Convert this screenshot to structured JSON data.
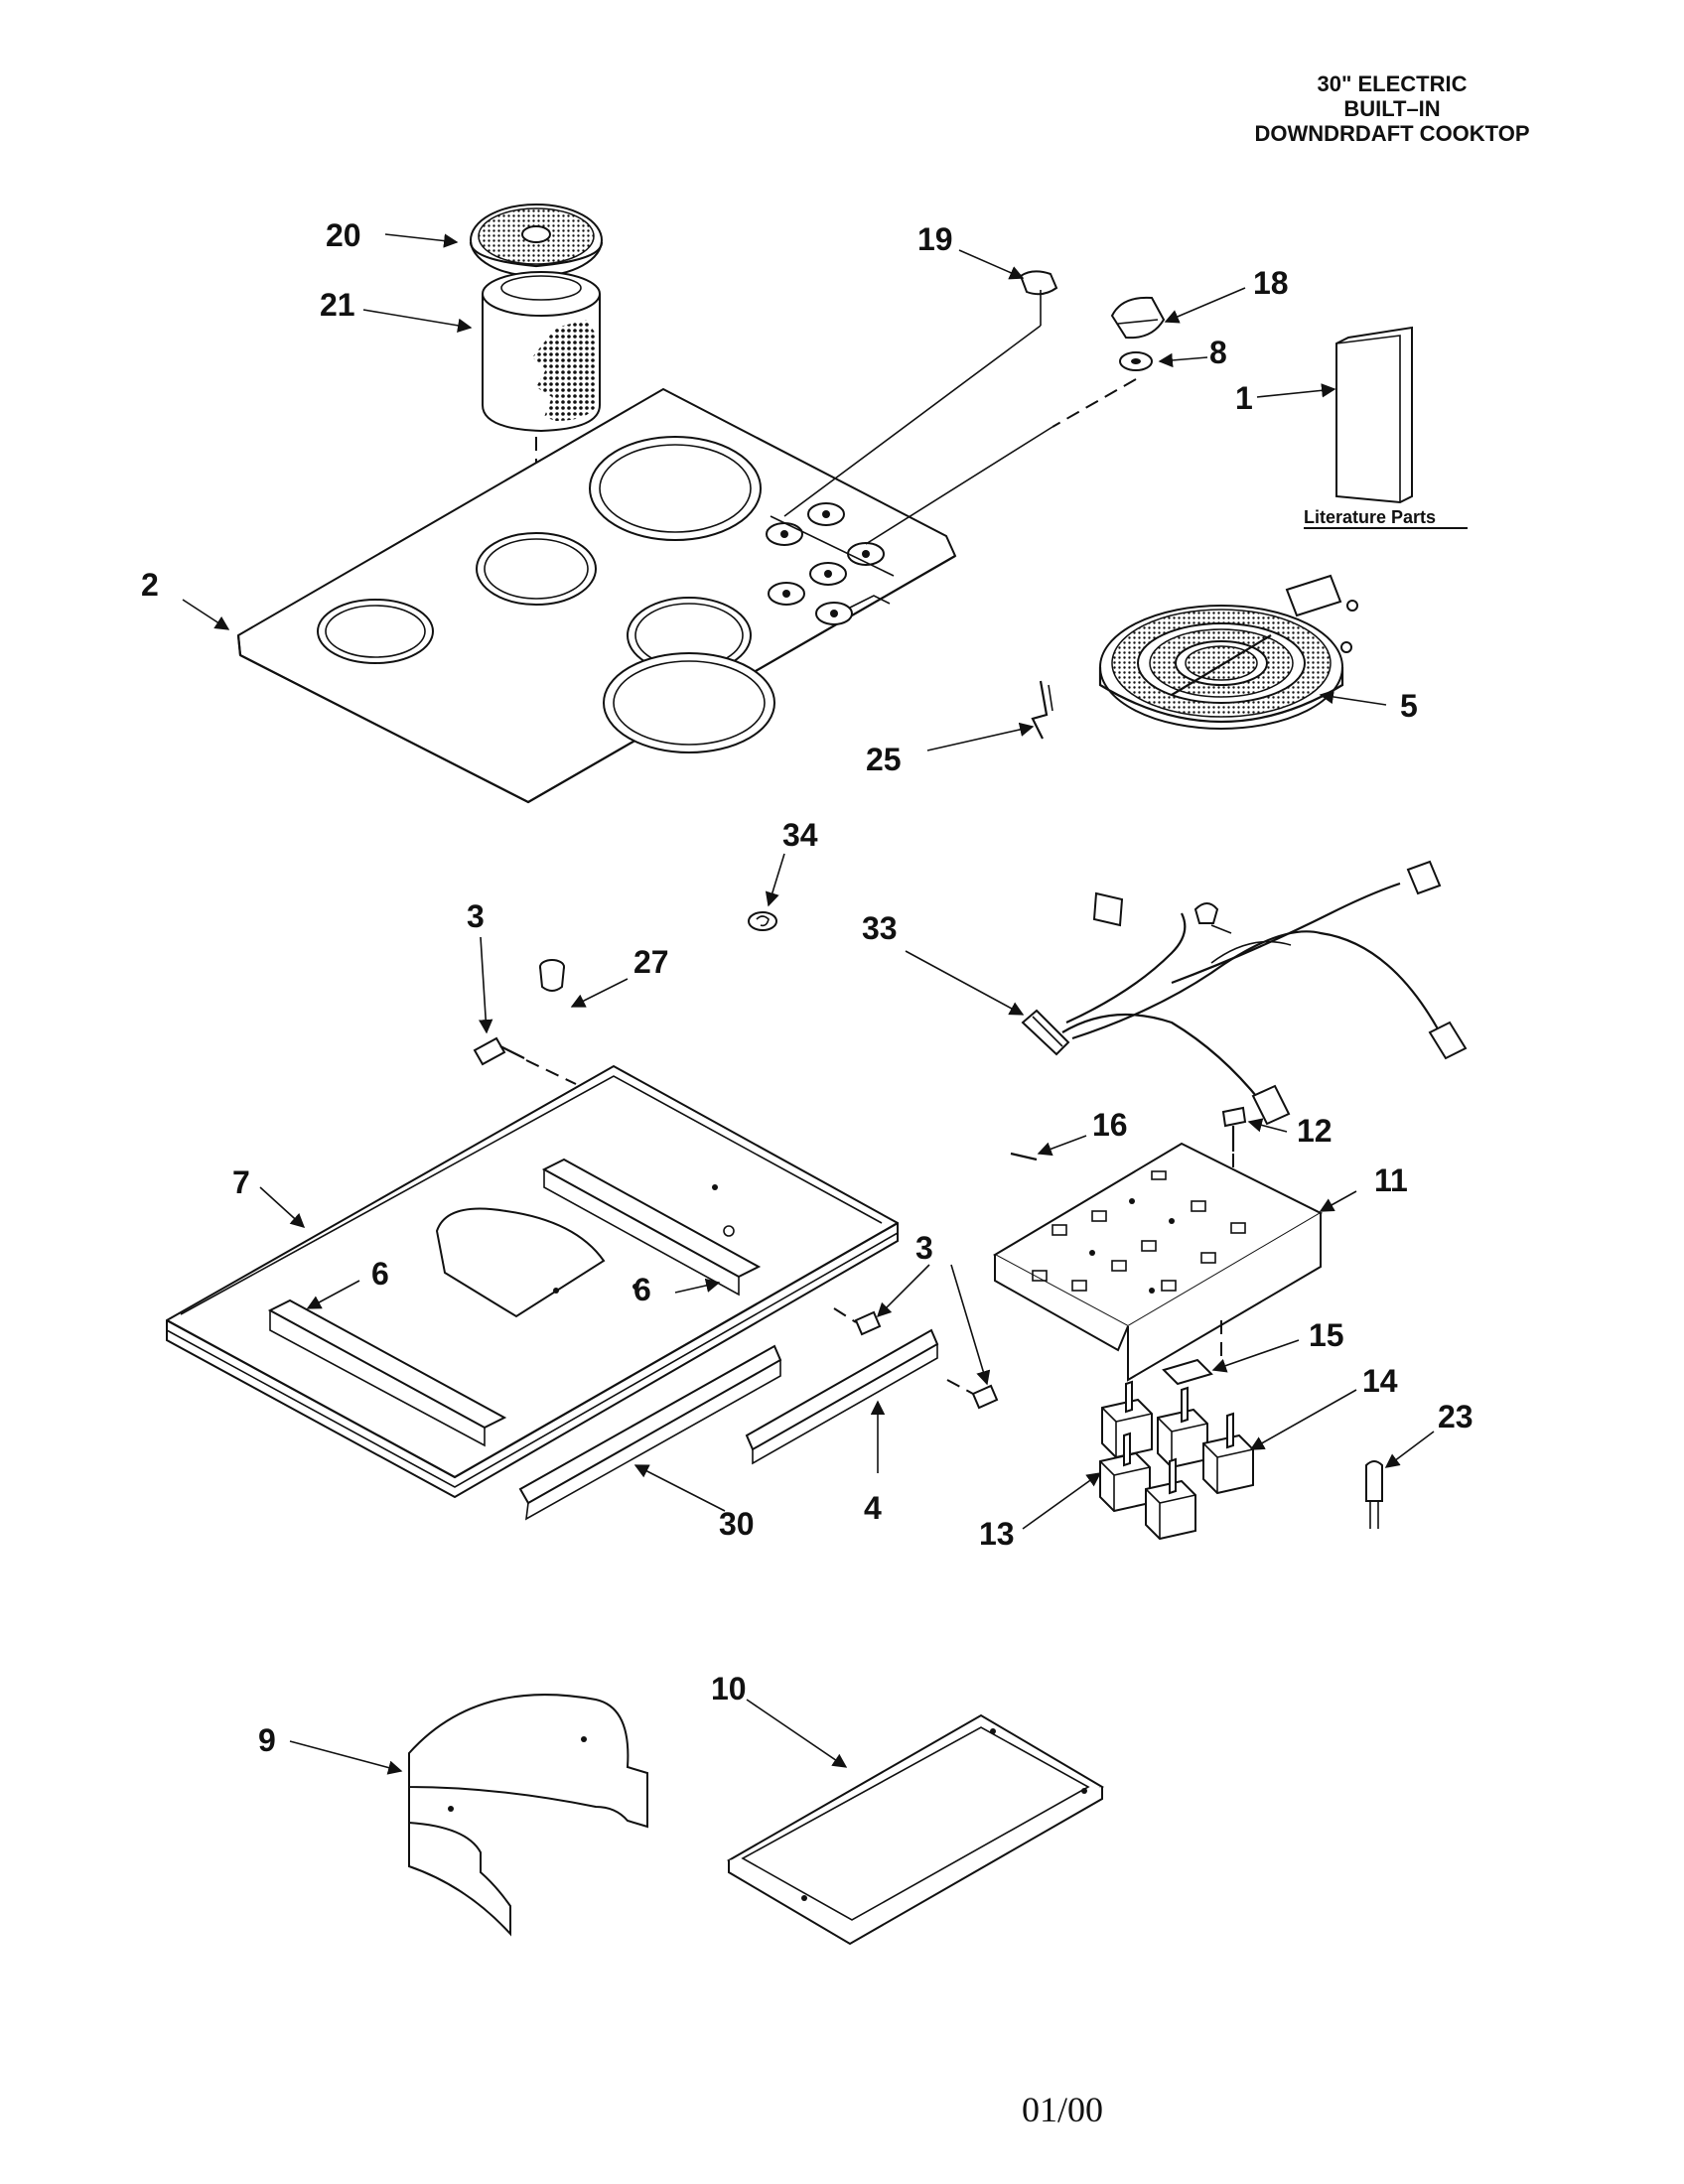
{
  "title": {
    "line1": "30\" ELECTRIC",
    "line2": "BUILT–IN",
    "line3": "DOWNDRDAFT COOKTOP"
  },
  "literature_label": "Literature Parts",
  "page_code": "01/00",
  "callouts": [
    "20",
    "21",
    "19",
    "18",
    "8",
    "1",
    "2",
    "5",
    "25",
    "34",
    "3",
    "27",
    "33",
    "16",
    "12",
    "11",
    "7",
    "6",
    "6",
    "3",
    "3",
    "15",
    "14",
    "23",
    "13",
    "30",
    "4",
    "9",
    "10"
  ]
}
